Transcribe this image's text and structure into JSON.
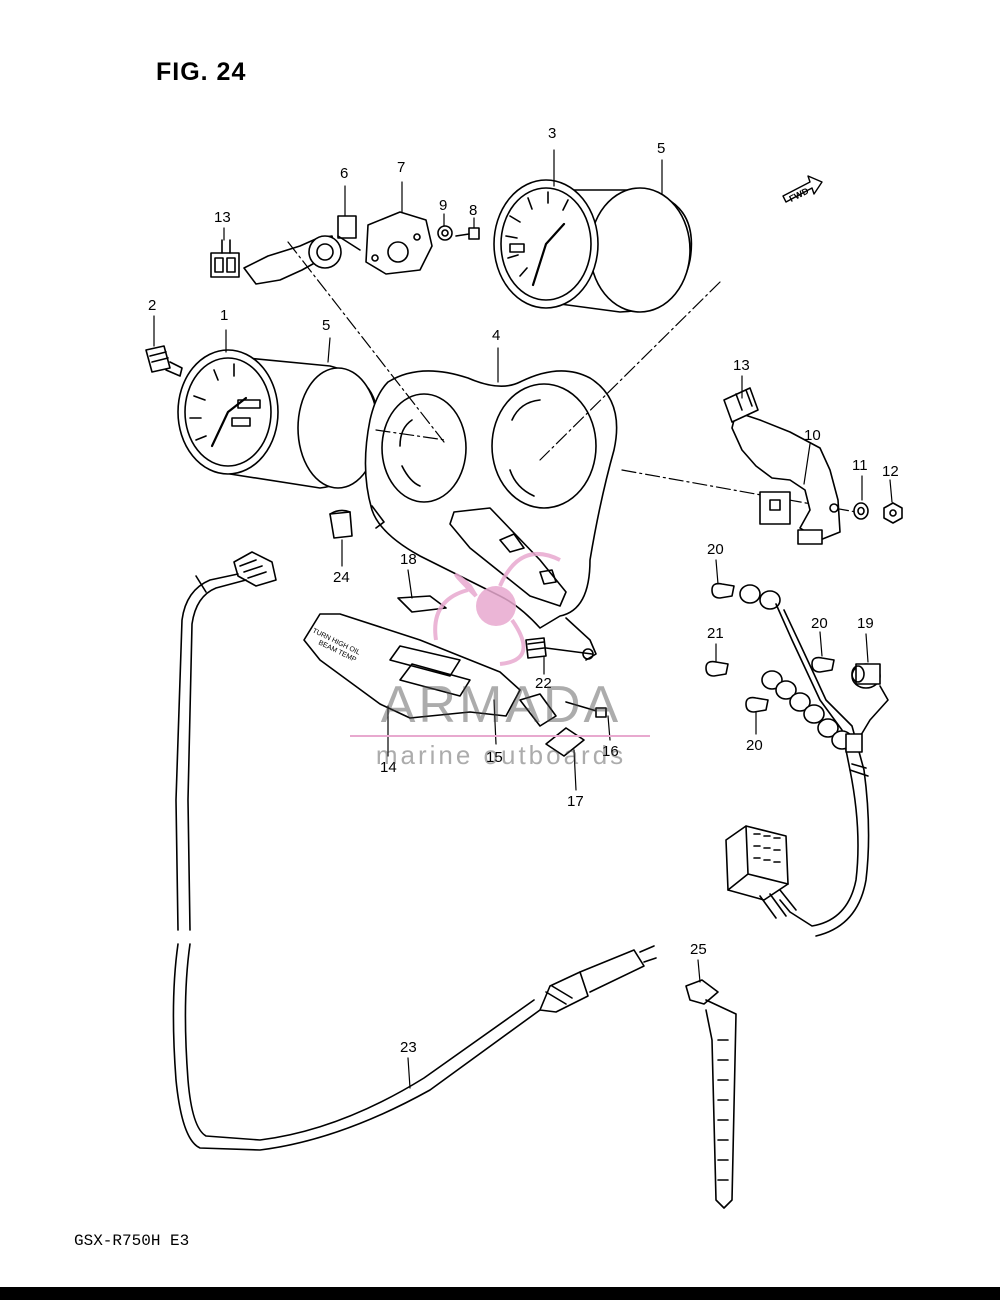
{
  "figure": {
    "title": "FIG. 24",
    "model": "GSX-R750H E3",
    "fwd_label": "FWD"
  },
  "watermark": {
    "brand": "ARMADA",
    "tagline": "marine outboards",
    "accent": "#e8a9cf"
  },
  "callouts": [
    {
      "id": "c-1",
      "label": "1"
    },
    {
      "id": "c-2",
      "label": "2"
    },
    {
      "id": "c-3",
      "label": "3"
    },
    {
      "id": "c-4",
      "label": "4"
    },
    {
      "id": "c-5a",
      "label": "5"
    },
    {
      "id": "c-5b",
      "label": "5"
    },
    {
      "id": "c-6",
      "label": "6"
    },
    {
      "id": "c-7",
      "label": "7"
    },
    {
      "id": "c-8",
      "label": "8"
    },
    {
      "id": "c-9",
      "label": "9"
    },
    {
      "id": "c-10",
      "label": "10"
    },
    {
      "id": "c-11",
      "label": "11"
    },
    {
      "id": "c-12",
      "label": "12"
    },
    {
      "id": "c-13a",
      "label": "13"
    },
    {
      "id": "c-13b",
      "label": "13"
    },
    {
      "id": "c-14",
      "label": "14"
    },
    {
      "id": "c-15",
      "label": "15"
    },
    {
      "id": "c-16",
      "label": "16"
    },
    {
      "id": "c-17",
      "label": "17"
    },
    {
      "id": "c-18",
      "label": "18"
    },
    {
      "id": "c-19",
      "label": "19"
    },
    {
      "id": "c-20a",
      "label": "20"
    },
    {
      "id": "c-20b",
      "label": "20"
    },
    {
      "id": "c-20c",
      "label": "20"
    },
    {
      "id": "c-21",
      "label": "21"
    },
    {
      "id": "c-22",
      "label": "22"
    },
    {
      "id": "c-23",
      "label": "23"
    },
    {
      "id": "c-24",
      "label": "24"
    },
    {
      "id": "c-25",
      "label": "25"
    }
  ]
}
